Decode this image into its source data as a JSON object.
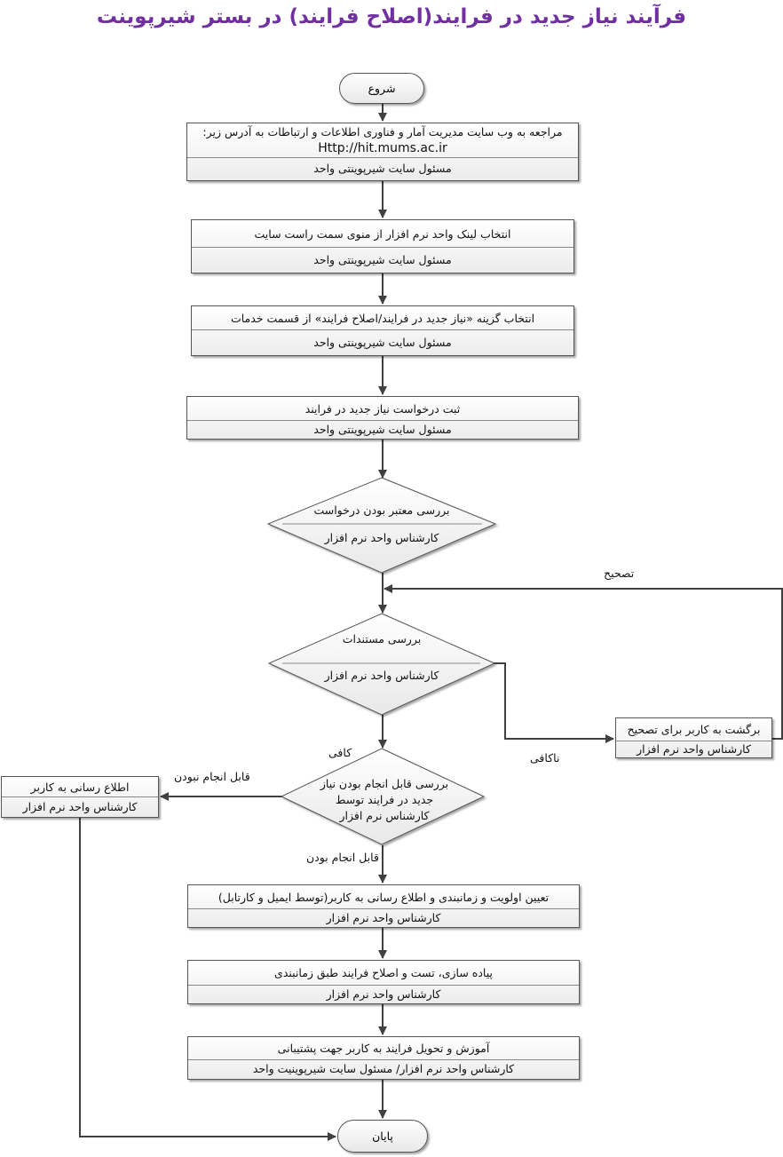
{
  "title": "فرآیند نیاز جدید در فرایند(اصلاح فرایند) در بستر شیرپوینت",
  "colors": {
    "title": "#7030a0",
    "stroke": "#404040",
    "shape_fill": "#f2f2f2"
  },
  "start": "شروع",
  "end": "پایان",
  "steps": [
    {
      "action": "مراجعه به وب سایت مدیریت آمار و فناوری اطلاعات و ارتباطات به آدرس زیر:",
      "url": "Http://hit.mums.ac.ir",
      "actor": "مسئول سایت شیرپوینتی واحد"
    },
    {
      "action": "انتخاب لینک واحد نرم افزار از منوی سمت راست سایت",
      "actor": "مسئول سایت شیرپوینتی واحد"
    },
    {
      "action": "انتخاب گزینه «نیاز جدید در فرایند/اصلاح فرایند» از قسمت خدمات",
      "actor": "مسئول سایت شیرپوینتی واحد"
    },
    {
      "action": "ثبت درخواست نیاز جدید در فرایند",
      "actor": "مسئول سایت شیرپوینتی واحد"
    }
  ],
  "decisions": [
    {
      "question": "بررسی معتبر بودن درخواست",
      "actor": "کارشناس واحد نرم افزار"
    },
    {
      "question": "بررسی مستندات",
      "actor": "کارشناس واحد نرم افزار"
    },
    {
      "question": "بررسی قابل انجام بودن نیاز جدید در فرایند توسط کارشناس نرم افزار"
    }
  ],
  "return_box": {
    "action": "برگشت به کاربر برای تصحیح",
    "actor": "کارشناس واحد نرم افزار"
  },
  "notify_box": {
    "action": "اطلاع رسانی به کاربر",
    "actor": "کارشناس واحد نرم افزار"
  },
  "final_steps": [
    {
      "action": "تعیین اولویت و زمانبندی و اطلاع رسانی به کاربر(توسط ایمیل و کارتابل)",
      "actor": "کارشناس واحد نرم افزار"
    },
    {
      "action": "پیاده سازی، تست و اصلاح  فرایند طبق زمانبندی",
      "actor": "کارشناس واحد نرم افزار"
    },
    {
      "action": "آموزش و تحویل فرایند به کاربر جهت پشتیبانی",
      "actor": "کارشناس واحد نرم افزار/ مسئول سایت شیرپوینیت واحد"
    }
  ],
  "labels": {
    "correction": "تصحیح",
    "sufficient": "کافی",
    "insufficient": "ناکافی",
    "not_feasible": "قابل انجام نبودن",
    "feasible": "قابل انجام بودن"
  }
}
